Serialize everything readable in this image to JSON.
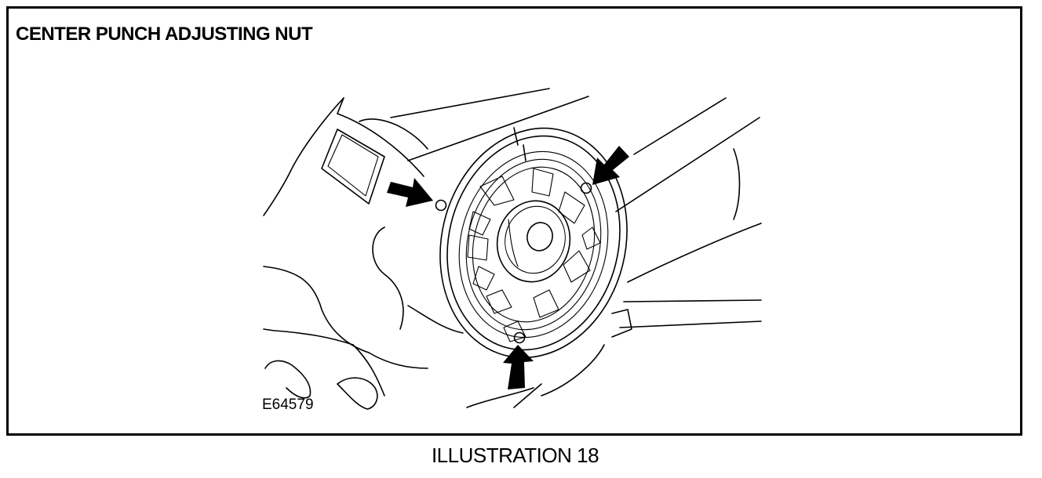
{
  "figure": {
    "title": "CENTER PUNCH ADJUSTING NUT",
    "code": "E64579",
    "caption": "ILLUSTRATION 18"
  },
  "style": {
    "line_color": "#000000",
    "background": "#ffffff"
  },
  "callouts": [
    {
      "name": "punch-mark-left"
    },
    {
      "name": "punch-mark-right"
    },
    {
      "name": "punch-mark-bottom"
    }
  ]
}
